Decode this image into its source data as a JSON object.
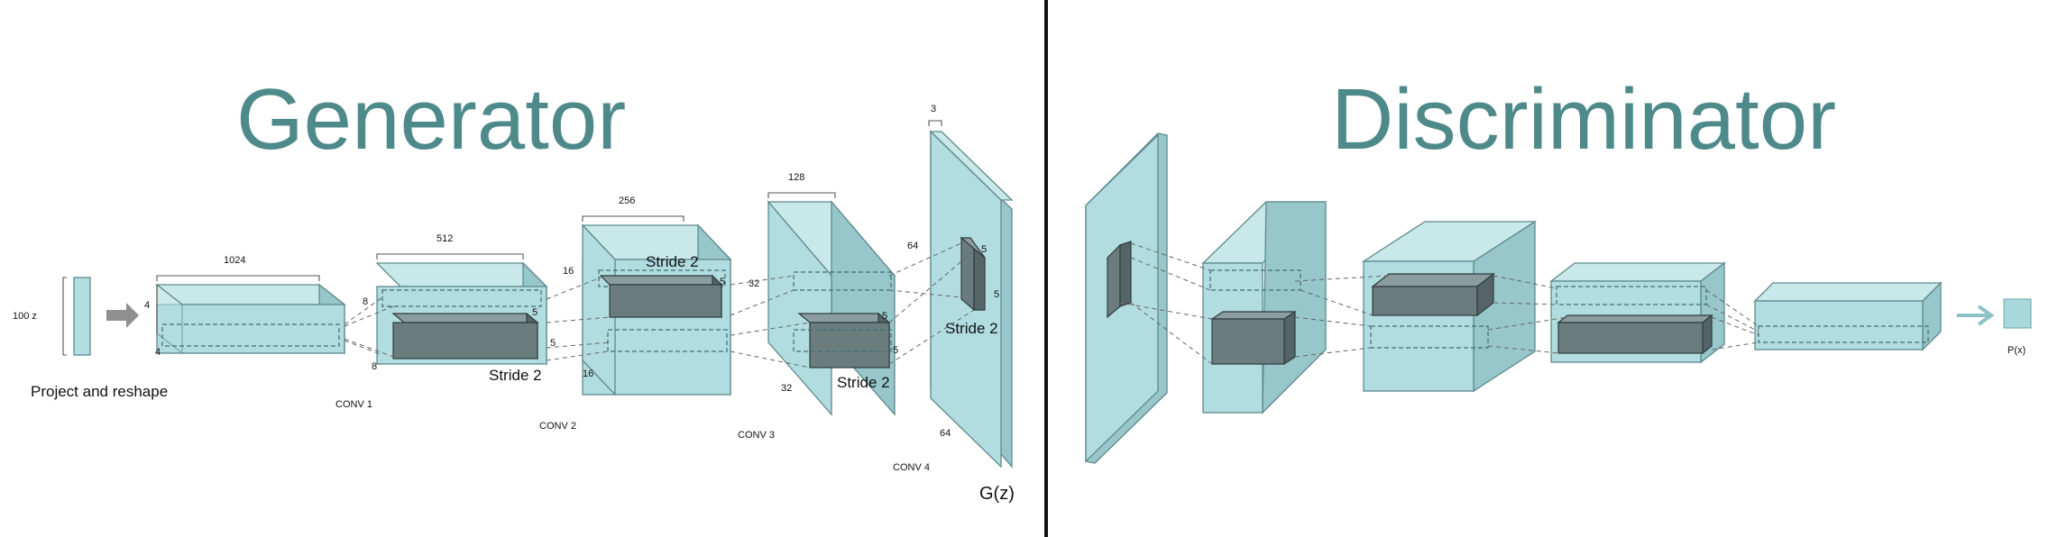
{
  "generator": {
    "title": "Generator",
    "input_label": "100 z",
    "project_label": "Project and reshape",
    "output_label": "G(z)",
    "dims": {
      "d1024": "1024",
      "d512": "512",
      "d256": "256",
      "d128": "128",
      "d3": "3",
      "d4a": "4",
      "d4b": "4",
      "d8a": "8",
      "d8b": "8",
      "d16a": "16",
      "d16b": "16",
      "d32a": "32",
      "d32b": "32",
      "d64a": "64",
      "d64b": "64",
      "k1": "5",
      "k2": "5",
      "k3": "5",
      "k4": "5",
      "k5": "5",
      "k6": "5",
      "k7": "5"
    },
    "layers": {
      "conv1": "CONV 1",
      "conv2": "CONV 2",
      "conv3": "CONV 3",
      "conv4": "CONV 4"
    },
    "strides": {
      "s1": "Stride 2",
      "s2": "Stride 2",
      "s3": "Stride 2",
      "s4": "Stride 2"
    }
  },
  "discriminator": {
    "title": "Discriminator",
    "output_label": "P(x)"
  },
  "colors": {
    "title": "#4f8a8b",
    "block": "#b2dde0",
    "kernel": "#6a7c7e",
    "divider": "#111111"
  }
}
